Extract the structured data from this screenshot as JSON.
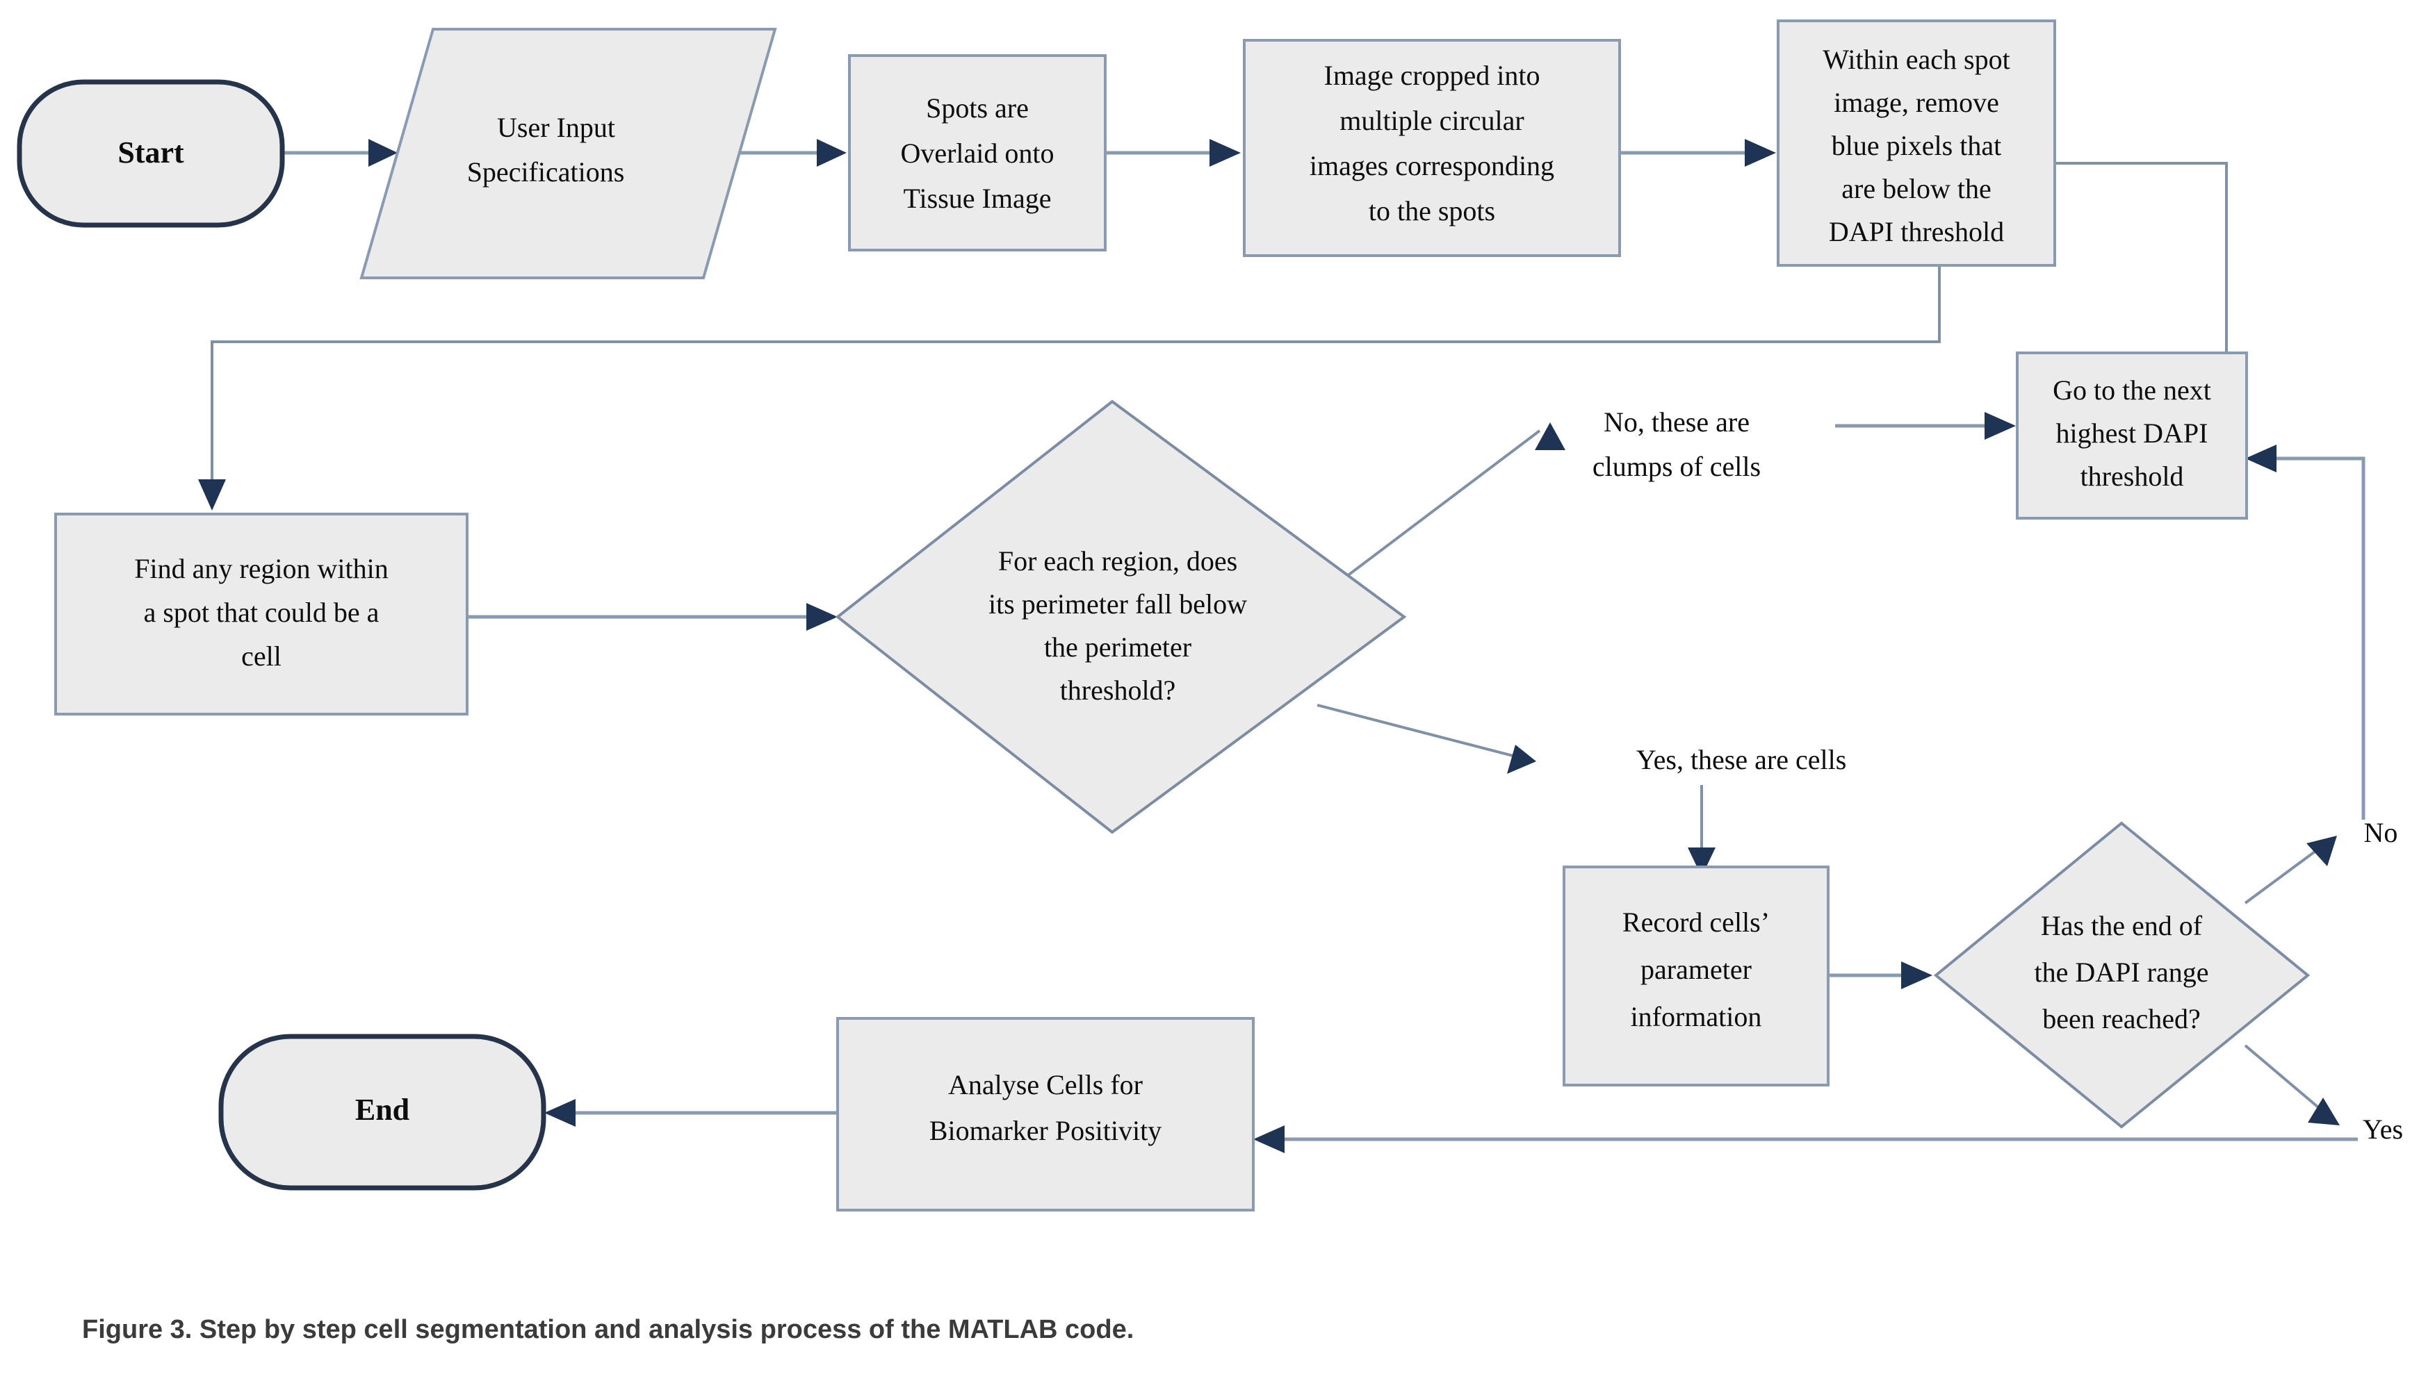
{
  "figure": {
    "caption": "Figure 3. Step by step cell segmentation and analysis process of the MATLAB code.",
    "background": "#ffffff"
  },
  "palette": {
    "start_fill": "#b5d5a0",
    "end_fill": "#f0a0a3",
    "process_fill": "#ebebeb",
    "process_stroke": "#8a9ab0",
    "terminator_stroke": "#26344b",
    "connector": "#8a9ab0",
    "arrowhead": "#1f3354",
    "text": "#0d0d0d",
    "caption_text": "#3b3b3b"
  },
  "nodes": {
    "start": {
      "label": "Start",
      "shape": "terminator"
    },
    "user_input": {
      "line1": "User Input",
      "line2": "Specifications",
      "shape": "parallelogram"
    },
    "spots_overlaid": {
      "line1": "Spots are",
      "line2": "Overlaid onto",
      "line3": "Tissue Image",
      "shape": "process"
    },
    "image_cropped": {
      "line1": "Image cropped into",
      "line2": "multiple circular",
      "line3": "images corresponding",
      "line4": "to the spots",
      "shape": "process"
    },
    "remove_blue": {
      "line1": "Within each spot",
      "line2": "image, remove",
      "line3": "blue pixels that",
      "line4": "are below the",
      "line5": "DAPI threshold",
      "shape": "process"
    },
    "next_threshold": {
      "line1": "Go to the next",
      "line2": "highest DAPI",
      "line3": "threshold",
      "shape": "process"
    },
    "find_region": {
      "line1": "Find any region within",
      "line2": "a spot that could be a",
      "line3": "cell",
      "shape": "process"
    },
    "perimeter_decision": {
      "line1": "For each region, does",
      "line2": "its perimeter fall below",
      "line3": "the perimeter",
      "line4": "threshold?",
      "shape": "diamond"
    },
    "record_cells": {
      "line1": "Record cells’",
      "line2": "parameter",
      "line3": "information",
      "shape": "process"
    },
    "dapi_range_decision": {
      "line1": "Has the end of",
      "line2": "the DAPI range",
      "line3": "been reached?",
      "shape": "diamond"
    },
    "analyse_cells": {
      "line1": "Analyse Cells for",
      "line2": "Biomarker Positivity",
      "shape": "process"
    },
    "end": {
      "label": "End",
      "shape": "terminator"
    }
  },
  "edge_labels": {
    "clumps_line1": "No, these are",
    "clumps_line2": "clumps of cells",
    "cells_yes": "Yes, these are cells",
    "dapi_no": "No",
    "dapi_yes": "Yes"
  }
}
